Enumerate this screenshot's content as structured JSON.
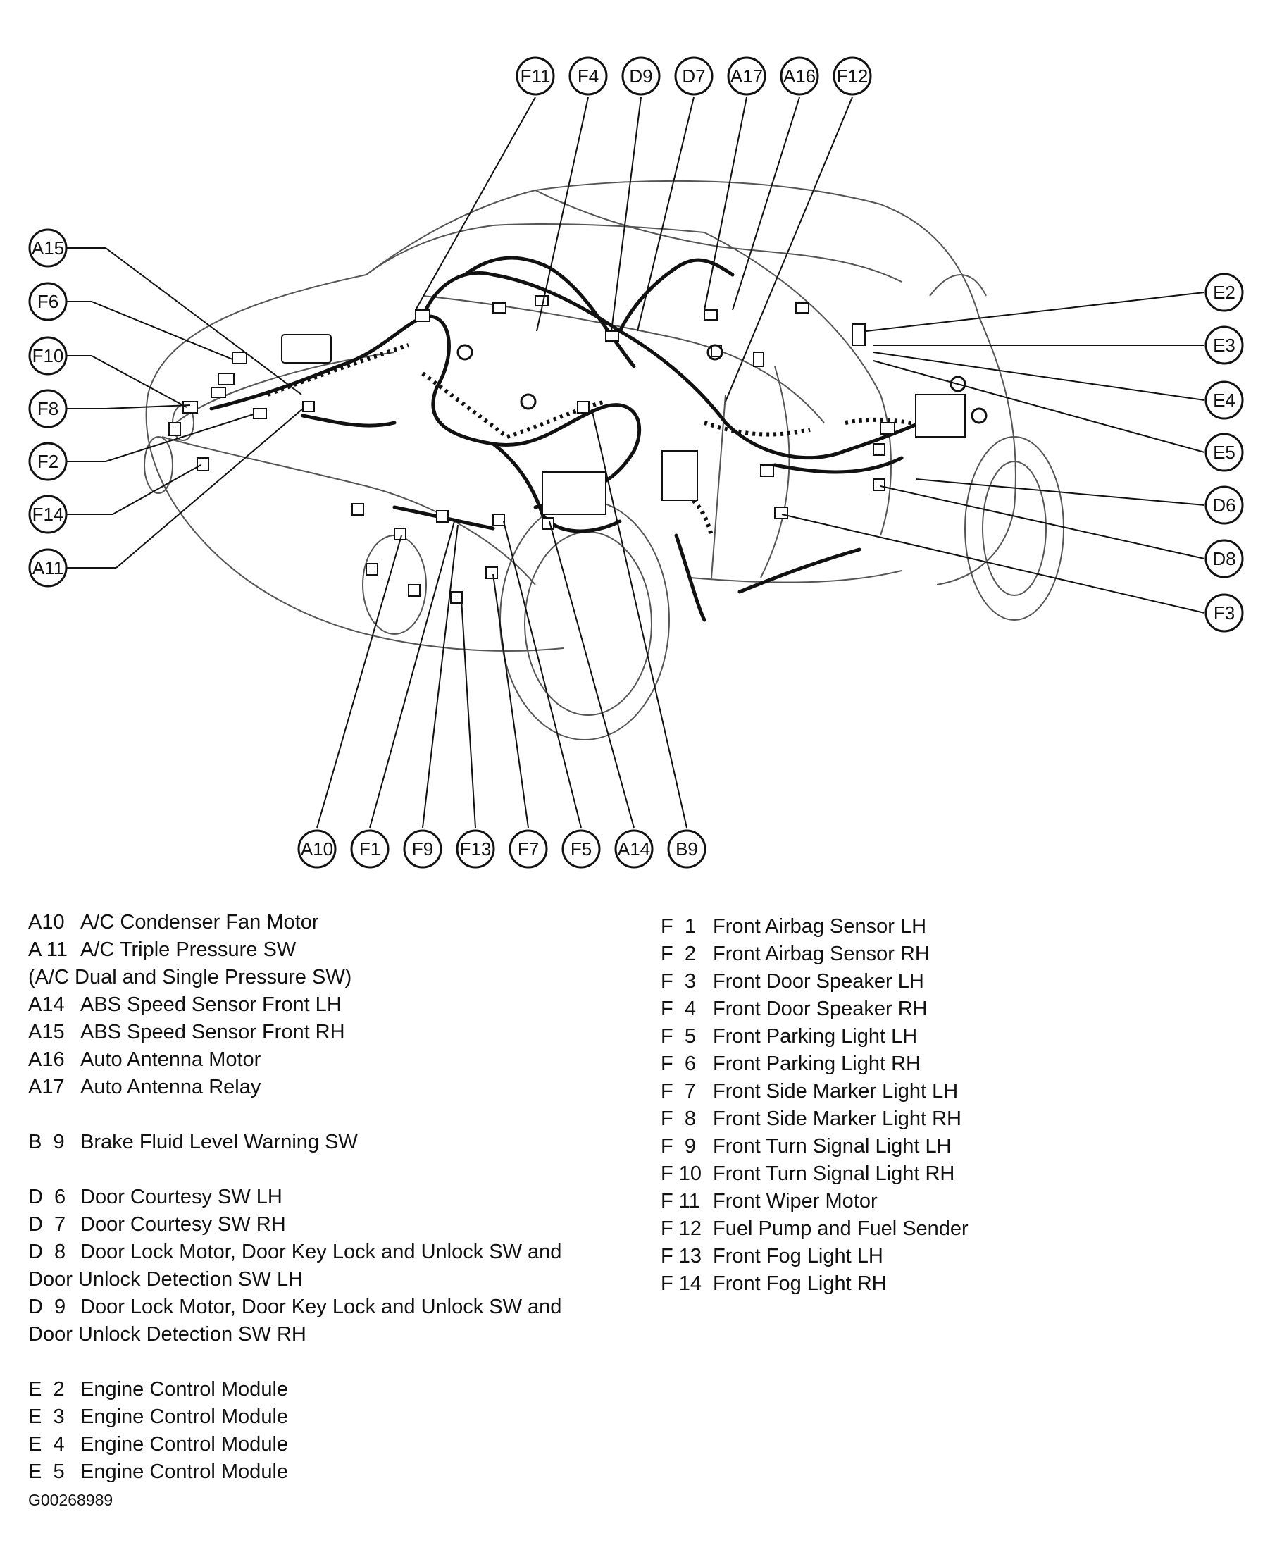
{
  "callouts": [
    {
      "id": "F11",
      "label": "F11"
    },
    {
      "id": "F4",
      "label": "F4"
    },
    {
      "id": "D9",
      "label": "D9"
    },
    {
      "id": "D7",
      "label": "D7"
    },
    {
      "id": "A17",
      "label": "A17"
    },
    {
      "id": "A16",
      "label": "A16"
    },
    {
      "id": "F12",
      "label": "F12"
    },
    {
      "id": "A15",
      "label": "A15"
    },
    {
      "id": "F6",
      "label": "F6"
    },
    {
      "id": "F10",
      "label": "F10"
    },
    {
      "id": "F8",
      "label": "F8"
    },
    {
      "id": "F2",
      "label": "F2"
    },
    {
      "id": "F14",
      "label": "F14"
    },
    {
      "id": "A11",
      "label": "A11"
    },
    {
      "id": "E2",
      "label": "E2"
    },
    {
      "id": "E3",
      "label": "E3"
    },
    {
      "id": "E4",
      "label": "E4"
    },
    {
      "id": "E5",
      "label": "E5"
    },
    {
      "id": "D6",
      "label": "D6"
    },
    {
      "id": "D8",
      "label": "D8"
    },
    {
      "id": "F3",
      "label": "F3"
    },
    {
      "id": "A10",
      "label": "A10"
    },
    {
      "id": "F1",
      "label": "F1"
    },
    {
      "id": "F9",
      "label": "F9"
    },
    {
      "id": "F13",
      "label": "F13"
    },
    {
      "id": "F7",
      "label": "F7"
    },
    {
      "id": "F5",
      "label": "F5"
    },
    {
      "id": "A14",
      "label": "A14"
    },
    {
      "id": "B9",
      "label": "B9"
    }
  ],
  "legend_left": [
    {
      "code": "A10",
      "desc": "A/C Condenser Fan Motor"
    },
    {
      "code": "A 11",
      "desc": "A/C Triple Pressure SW",
      "cont": "(A/C Dual and Single Pressure SW)"
    },
    {
      "code": "A14",
      "desc": "ABS Speed Sensor Front LH"
    },
    {
      "code": "A15",
      "desc": "ABS Speed Sensor Front RH"
    },
    {
      "code": "A16",
      "desc": "Auto Antenna Motor"
    },
    {
      "code": "A17",
      "desc": "Auto Antenna Relay"
    },
    {
      "gap": true
    },
    {
      "code": "B  9",
      "desc": "Brake Fluid Level Warning SW"
    },
    {
      "gap": true
    },
    {
      "code": "D  6",
      "desc": "Door Courtesy SW LH"
    },
    {
      "code": "D  7",
      "desc": "Door Courtesy SW RH"
    },
    {
      "code": "D  8",
      "desc": "Door Lock Motor, Door Key Lock and Unlock SW and",
      "cont": "Door Unlock Detection SW LH"
    },
    {
      "code": "D  9",
      "desc": "Door Lock Motor, Door Key Lock and Unlock SW and",
      "cont": "Door Unlock Detection SW RH"
    },
    {
      "gap": true
    },
    {
      "code": "E  2",
      "desc": "Engine Control Module"
    },
    {
      "code": "E  3",
      "desc": "Engine Control Module"
    },
    {
      "code": "E  4",
      "desc": "Engine Control Module"
    },
    {
      "code": "E  5",
      "desc": "Engine Control Module"
    }
  ],
  "legend_right": [
    {
      "code": "F  1",
      "desc": "Front Airbag Sensor LH"
    },
    {
      "code": "F  2",
      "desc": "Front Airbag Sensor RH"
    },
    {
      "code": "F  3",
      "desc": "Front Door Speaker LH"
    },
    {
      "code": "F  4",
      "desc": "Front Door Speaker RH"
    },
    {
      "code": "F  5",
      "desc": "Front Parking Light LH"
    },
    {
      "code": "F  6",
      "desc": "Front Parking Light RH"
    },
    {
      "code": "F  7",
      "desc": "Front Side Marker Light LH"
    },
    {
      "code": "F  8",
      "desc": "Front Side Marker Light RH"
    },
    {
      "code": "F  9",
      "desc": "Front Turn Signal Light LH"
    },
    {
      "code": "F 10",
      "desc": "Front Turn Signal Light RH"
    },
    {
      "code": "F 11",
      "desc": "Front Wiper Motor"
    },
    {
      "code": "F 12",
      "desc": "Fuel Pump and Fuel Sender"
    },
    {
      "code": "F 13",
      "desc": "Front Fog Light LH"
    },
    {
      "code": "F 14",
      "desc": "Front Fog Light RH"
    }
  ],
  "figure_id": "G00268989"
}
